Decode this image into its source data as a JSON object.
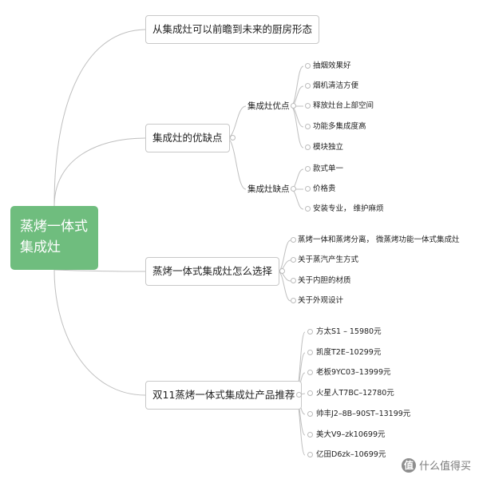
{
  "root": {
    "line1": "蒸烤一体式",
    "line2": "集成灶"
  },
  "branches": [
    {
      "label": "从集成灶可以前瞻到未来的厨房形态"
    },
    {
      "label": "集成灶的优缺点",
      "subs": [
        {
          "label": "集成灶优点",
          "leaves": [
            "抽烟效果好",
            "烟机清洁方便",
            "释放灶台上部空间",
            "功能多集成度高",
            "模块独立"
          ]
        },
        {
          "label": "集成灶缺点",
          "leaves": [
            "款式单一",
            "价格贵",
            "安装专业， 维护麻烦"
          ]
        }
      ]
    },
    {
      "label": "蒸烤一体式集成灶怎么选择",
      "leaves": [
        "蒸烤一体和蒸烤分离， 微蒸烤功能一体式集成灶",
        "关于蒸汽产生方式",
        "关于内胆的材质",
        "关于外观设计"
      ]
    },
    {
      "label": "双11蒸烤一体式集成灶产品推荐",
      "leaves": [
        "方太S1 – 15980元",
        "凯度T2E–10299元",
        "老板9YC03–13999元",
        "火星人T7BC–12780元",
        "帅丰J2–8B–90ST–13199元",
        "美大V9–zk10699元",
        "亿田D6zk–10699元"
      ]
    }
  ],
  "watermark": {
    "icon": "值",
    "text": "什么值得买"
  }
}
